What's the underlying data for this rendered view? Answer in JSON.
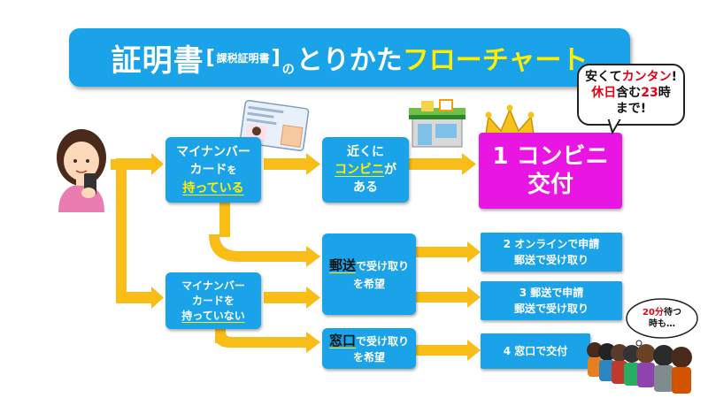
{
  "title": {
    "main": "証明書",
    "bracket_open": "[",
    "sub": "課税証明書",
    "bracket_close": "]",
    "no": "の",
    "mid": "とりかた",
    "highlight": "フローチャート"
  },
  "boxes": {
    "have_card": {
      "line1": "マイナンバー",
      "line2a": "カード",
      "line2b": "を",
      "line3": "持っている"
    },
    "no_card": {
      "line1": "マイナンバー",
      "line2a": "カード",
      "line2b": "を",
      "line3": "持っていない"
    },
    "conbini_near": {
      "line1": "近くに",
      "line2a": "コンビニ",
      "line2b": "が",
      "line3": "ある"
    },
    "mail": {
      "line1a": "郵送",
      "line1b": "で受け取り",
      "line2": "を希望"
    },
    "window": {
      "line1a": "窓口",
      "line1b": "で受け取り",
      "line2": "を希望"
    }
  },
  "results": {
    "r1": {
      "line1": "1 コンビニ",
      "line2": "交付"
    },
    "r2": {
      "line1": "2 オンラインで申請",
      "line2": "郵送で受け取り"
    },
    "r3": {
      "line1": "3 郵送で申請",
      "line2": "郵送で受け取り"
    },
    "r4": {
      "line1": "4 窓口で交付"
    }
  },
  "callout_top": {
    "line1a": "安くて",
    "line1b": "カンタン",
    "line1c": "!",
    "line2a": "休日",
    "line2b": "含む",
    "line2c": "23",
    "line2d": "時",
    "line3": "まで!"
  },
  "callout_bottom": {
    "line1a": "20分",
    "line1b": "待つ",
    "line2": "時も…"
  },
  "colors": {
    "box_blue": "#1aa3e8",
    "arrow_yellow": "#f9bd17",
    "result_magenta": "#e916e3",
    "highlight_yellow": "#ffee00",
    "alert_red": "#e60012"
  },
  "icons": [
    "woman-with-phone-icon",
    "my-number-card-icon",
    "convenience-store-icon",
    "crown-icon",
    "queue-people-icon"
  ]
}
